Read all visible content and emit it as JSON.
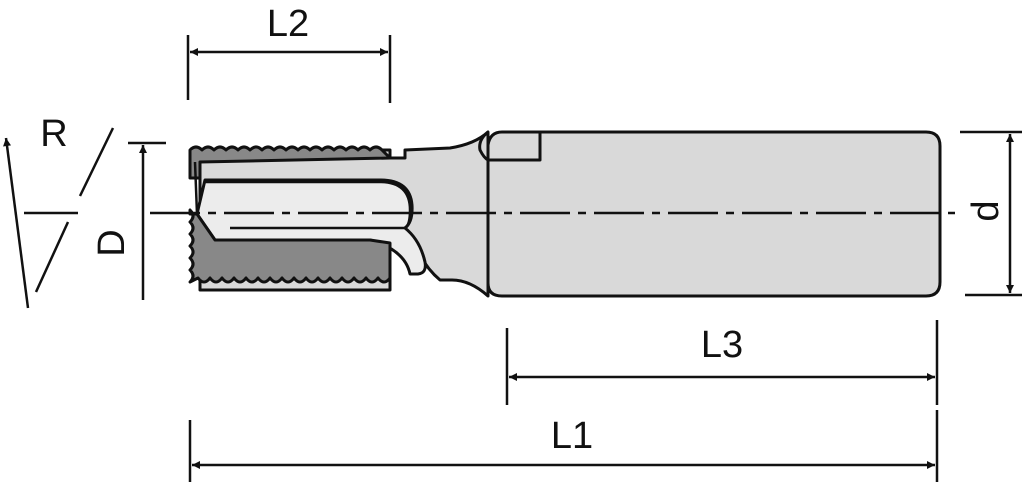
{
  "labels": {
    "L1": "L1",
    "L2": "L2",
    "L3": "L3",
    "R": "R",
    "D": "D",
    "d": "d"
  },
  "colors": {
    "body": "#d9d9d9",
    "flute": "#ececec",
    "thread": "#888888",
    "line": "#111111"
  }
}
